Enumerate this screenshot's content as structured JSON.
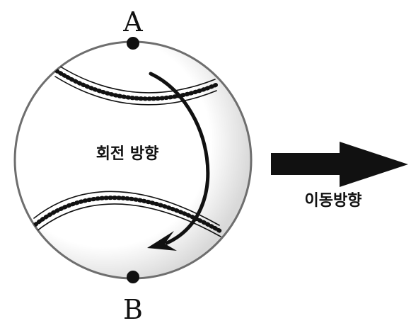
{
  "labels": {
    "top_point": "A",
    "bottom_point": "B",
    "rotation_direction": "회전 방향",
    "movement_direction": "이동방향"
  },
  "colors": {
    "ink": "#111111",
    "ball_fill": "#ffffff",
    "ball_shade": "#d9d9d9",
    "ball_outline": "#6e6e6e"
  }
}
